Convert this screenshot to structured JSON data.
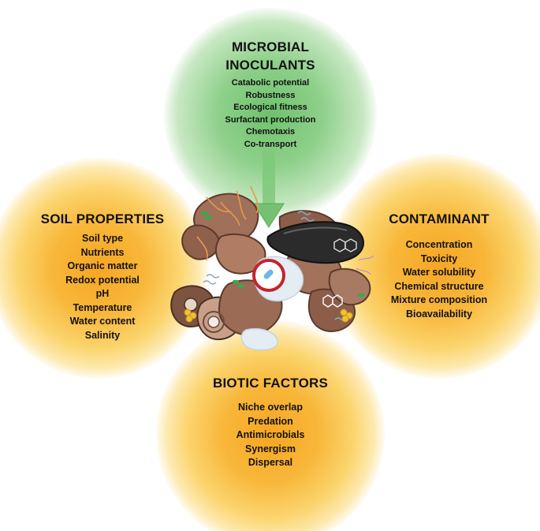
{
  "microbial_inoculants": {
    "title_line1": "MICROBIAL",
    "title_line2": "INOCULANTS",
    "items": [
      "Catabolic potential",
      "Robustness",
      "Ecological fitness",
      "Surfactant production",
      "Chemotaxis",
      "Co-transport"
    ]
  },
  "soil_properties": {
    "title": "SOIL PROPERTIES",
    "items": [
      "Soil type",
      "Nutrients",
      "Organic matter",
      "Redox potential",
      "pH",
      "Temperature",
      "Water content",
      "Salinity"
    ]
  },
  "contaminant": {
    "title": "CONTAMINANT",
    "items": [
      "Concentration",
      "Toxicity",
      "Water solubility",
      "Chemical structure",
      "Mixture composition",
      "Bioavailability"
    ]
  },
  "biotic_factors": {
    "title": "BIOTIC FACTORS",
    "items": [
      "Niche overlap",
      "Predation",
      "Antimicrobials",
      "Synergism",
      "Dispersal"
    ]
  },
  "colors": {
    "green_glow": "#6ec26c",
    "orange_glow": "#f6a623",
    "soil_brown": "#9c6a52",
    "contaminant_black": "#2b2b2b"
  },
  "icons": [
    "inoculation-arrow-icon",
    "microbe-symbol-icon",
    "soil-aggregate-icon",
    "hydrocarbon-ring-icon"
  ]
}
